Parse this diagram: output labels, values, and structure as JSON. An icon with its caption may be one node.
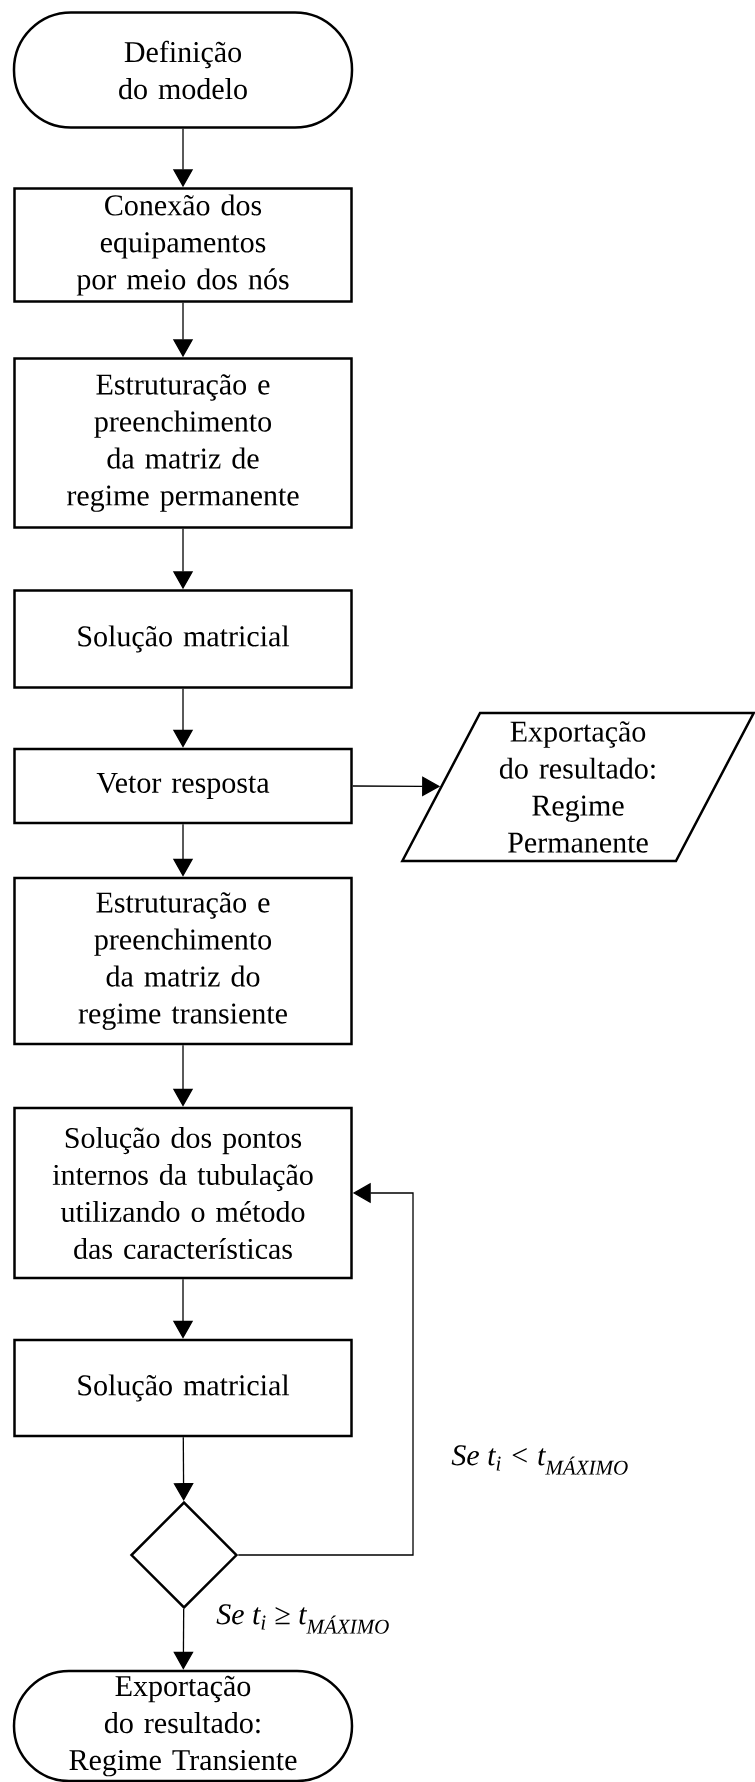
{
  "diagram": {
    "nodes": [
      {
        "text": [
          "Definição do modelo"
        ]
      },
      {
        "text": [
          "Conexão dos equipamentos por meio dos nós"
        ]
      },
      {
        "text": [
          "Estruturação e preenchimento da matriz de regime permanente"
        ]
      },
      {
        "text": [
          "Solução matricial"
        ]
      },
      {
        "text": [
          "Vetor resposta"
        ]
      },
      {
        "text": [
          "Exportação do resultado: Regime Permanente"
        ]
      },
      {
        "text": [
          "Estruturação e preenchimento da matriz do regime transiente"
        ]
      },
      {
        "text": [
          "Solução dos pontos internos da tubulação utilizando o método das características"
        ]
      },
      {
        "text": [
          "Solução matricial"
        ]
      },
      {
        "text": [],
        "shape": "diamond"
      },
      {
        "text": [
          "Exportação do resultado: Regime Transiente"
        ]
      }
    ],
    "edges": [
      {
        "from": 0,
        "to": 1,
        "arrow": "to"
      },
      {
        "from": 1,
        "to": 2,
        "arrow": "to"
      },
      {
        "from": 2,
        "to": 3,
        "arrow": "to"
      },
      {
        "from": 3,
        "to": 4,
        "arrow": "to"
      },
      {
        "from": 4,
        "to": 5,
        "arrow": "to"
      },
      {
        "from": 4,
        "to": 6,
        "arrow": "to"
      },
      {
        "from": 6,
        "to": 7,
        "arrow": "to"
      },
      {
        "from": 7,
        "to": 8,
        "arrow": "to"
      },
      {
        "from": 8,
        "to": 9,
        "arrow": "to"
      },
      {
        "from": 9,
        "to": 7,
        "arrow": "to",
        "label": "Se t$_{i}$ < t$_{MÁXIMO}$"
      },
      {
        "from": 9,
        "to": 10,
        "arrow": "to",
        "label": "Se t$_{i}$ ≥ t$_{MÁXIMO}$"
      }
    ]
  }
}
